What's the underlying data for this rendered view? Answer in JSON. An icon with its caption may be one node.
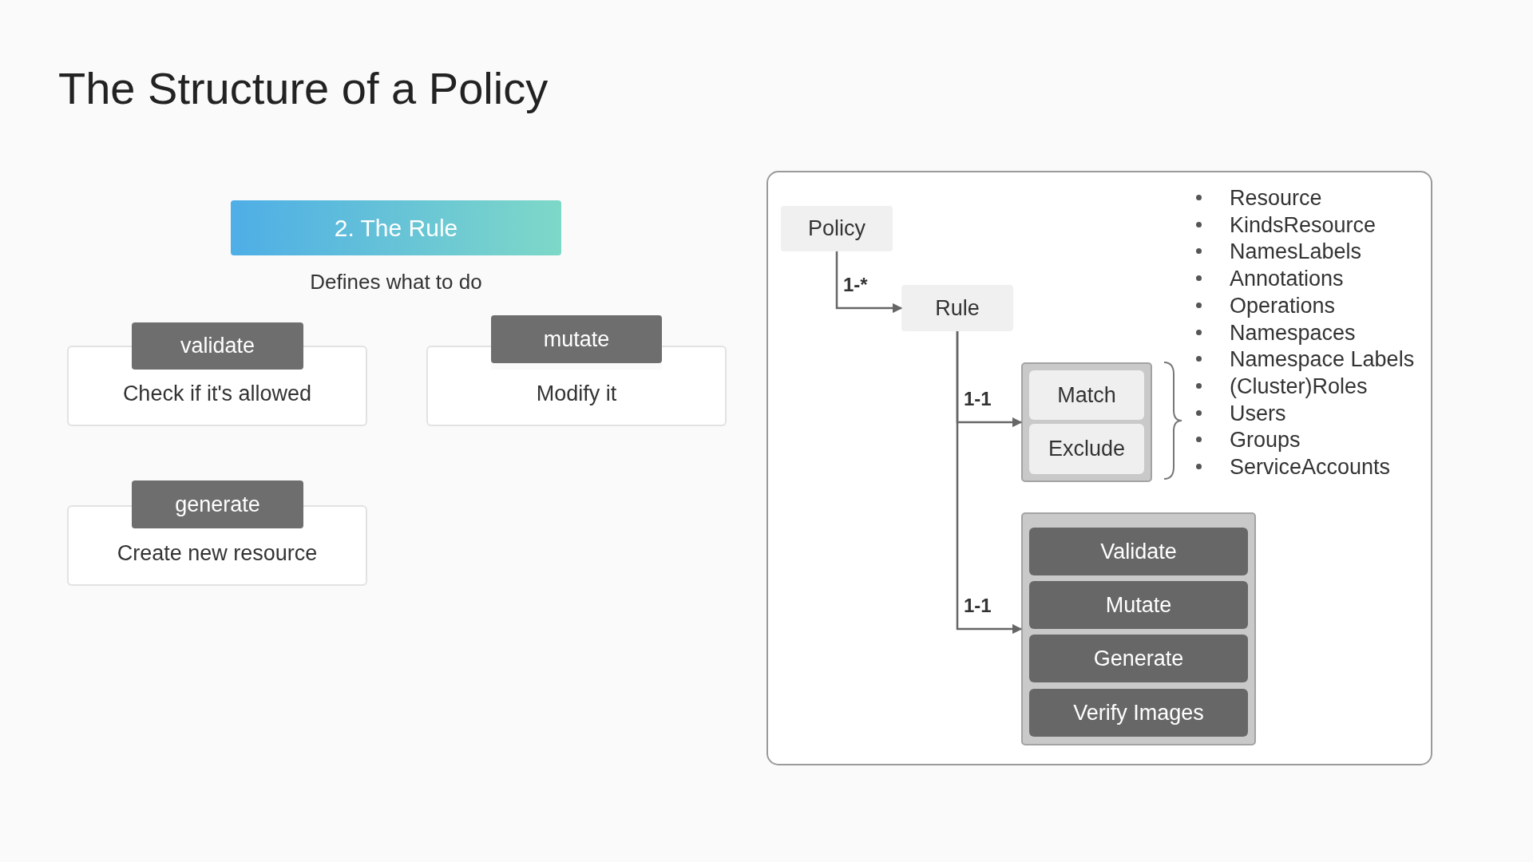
{
  "diagram": {
    "title": "The Structure of a Policy",
    "nodes": [
      {
        "text": [
          "2. The Rule"
        ],
        "beside": [
          "Defines what to do"
        ]
      },
      {
        "text": [
          "validate"
        ]
      },
      {
        "text": [
          "Check if it's allowed"
        ]
      },
      {
        "text": [
          "mutate"
        ]
      },
      {
        "text": [
          "Modify it"
        ]
      },
      {
        "text": [
          "generate"
        ]
      },
      {
        "text": [
          "Create new resource"
        ]
      },
      {
        "text": [],
        "shape": "box"
      },
      {
        "text": [
          "Policy"
        ],
        "in": 7
      },
      {
        "text": [
          "Rule"
        ],
        "in": 7
      },
      {
        "text": [],
        "shape": "box",
        "in": 7
      },
      {
        "text": [
          "Match"
        ],
        "in": 10
      },
      {
        "text": [
          "Exclude"
        ],
        "in": 10
      },
      {
        "text": [],
        "shape": "box",
        "in": 7
      },
      {
        "text": [
          "Validate"
        ],
        "in": 13
      },
      {
        "text": [
          "Mutate"
        ],
        "in": 13
      },
      {
        "text": [
          "Generate"
        ],
        "in": 13
      },
      {
        "text": [
          "Verify Images"
        ],
        "in": 13
      }
    ],
    "edges": [
      {
        "from": 8,
        "to": 9,
        "arrow": "to",
        "label": "1-*"
      },
      {
        "from": 9,
        "to": 10,
        "arrow": "to",
        "label": "1-1"
      },
      {
        "from": 9,
        "to": 13,
        "arrow": "to",
        "label": "1-1"
      }
    ],
    "labels": [
      "Resource",
      "KindsResource",
      "NamesLabels",
      "Annotations",
      "Operations",
      "Namespaces",
      "Namespace Labels",
      "(Cluster)Roles",
      "Users",
      "Groups",
      "ServiceAccounts"
    ]
  }
}
